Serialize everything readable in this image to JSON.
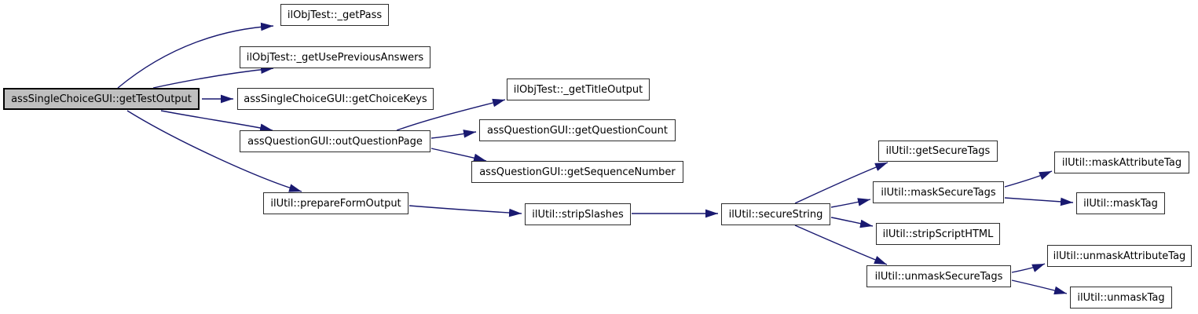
{
  "diagram": {
    "type": "call-graph",
    "background_color": "#ffffff",
    "edge_color": "#191970",
    "node_fill": "#ffffff",
    "node_border_color": "#2d2d2d",
    "root_node_fill": "#bfbfbf",
    "root_node_border_color": "#000000",
    "nodes": [
      {
        "id": "getTestOutput",
        "label": "assSingleChoiceGUI::getTestOutput",
        "root": true
      },
      {
        "id": "getPass",
        "label": "ilObjTest::_getPass"
      },
      {
        "id": "getUsePreviousAnswers",
        "label": "ilObjTest::_getUsePreviousAnswers"
      },
      {
        "id": "getChoiceKeys",
        "label": "assSingleChoiceGUI::getChoiceKeys"
      },
      {
        "id": "outQuestionPage",
        "label": "assQuestionGUI::outQuestionPage"
      },
      {
        "id": "getTitleOutput",
        "label": "ilObjTest::_getTitleOutput"
      },
      {
        "id": "getQuestionCount",
        "label": "assQuestionGUI::getQuestionCount"
      },
      {
        "id": "getSequenceNumber",
        "label": "assQuestionGUI::getSequenceNumber"
      },
      {
        "id": "prepareFormOutput",
        "label": "ilUtil::prepareFormOutput"
      },
      {
        "id": "stripSlashes",
        "label": "ilUtil::stripSlashes"
      },
      {
        "id": "secureString",
        "label": "ilUtil::secureString"
      },
      {
        "id": "getSecureTags",
        "label": "ilUtil::getSecureTags"
      },
      {
        "id": "maskSecureTags",
        "label": "ilUtil::maskSecureTags"
      },
      {
        "id": "maskAttributeTag",
        "label": "ilUtil::maskAttributeTag"
      },
      {
        "id": "maskTag",
        "label": "ilUtil::maskTag"
      },
      {
        "id": "stripScriptHTML",
        "label": "ilUtil::stripScriptHTML"
      },
      {
        "id": "unmaskSecureTags",
        "label": "ilUtil::unmaskSecureTags"
      },
      {
        "id": "unmaskAttributeTag",
        "label": "ilUtil::unmaskAttributeTag"
      },
      {
        "id": "unmaskTag",
        "label": "ilUtil::unmaskTag"
      }
    ],
    "edges": [
      {
        "from": "getTestOutput",
        "to": "getPass"
      },
      {
        "from": "getTestOutput",
        "to": "getUsePreviousAnswers"
      },
      {
        "from": "getTestOutput",
        "to": "getChoiceKeys"
      },
      {
        "from": "getTestOutput",
        "to": "outQuestionPage"
      },
      {
        "from": "getTestOutput",
        "to": "prepareFormOutput"
      },
      {
        "from": "outQuestionPage",
        "to": "getTitleOutput"
      },
      {
        "from": "outQuestionPage",
        "to": "getQuestionCount"
      },
      {
        "from": "outQuestionPage",
        "to": "getSequenceNumber"
      },
      {
        "from": "prepareFormOutput",
        "to": "stripSlashes"
      },
      {
        "from": "stripSlashes",
        "to": "secureString"
      },
      {
        "from": "secureString",
        "to": "getSecureTags"
      },
      {
        "from": "secureString",
        "to": "maskSecureTags"
      },
      {
        "from": "secureString",
        "to": "stripScriptHTML"
      },
      {
        "from": "secureString",
        "to": "unmaskSecureTags"
      },
      {
        "from": "maskSecureTags",
        "to": "maskAttributeTag"
      },
      {
        "from": "maskSecureTags",
        "to": "maskTag"
      },
      {
        "from": "unmaskSecureTags",
        "to": "unmaskAttributeTag"
      },
      {
        "from": "unmaskSecureTags",
        "to": "unmaskTag"
      }
    ]
  }
}
